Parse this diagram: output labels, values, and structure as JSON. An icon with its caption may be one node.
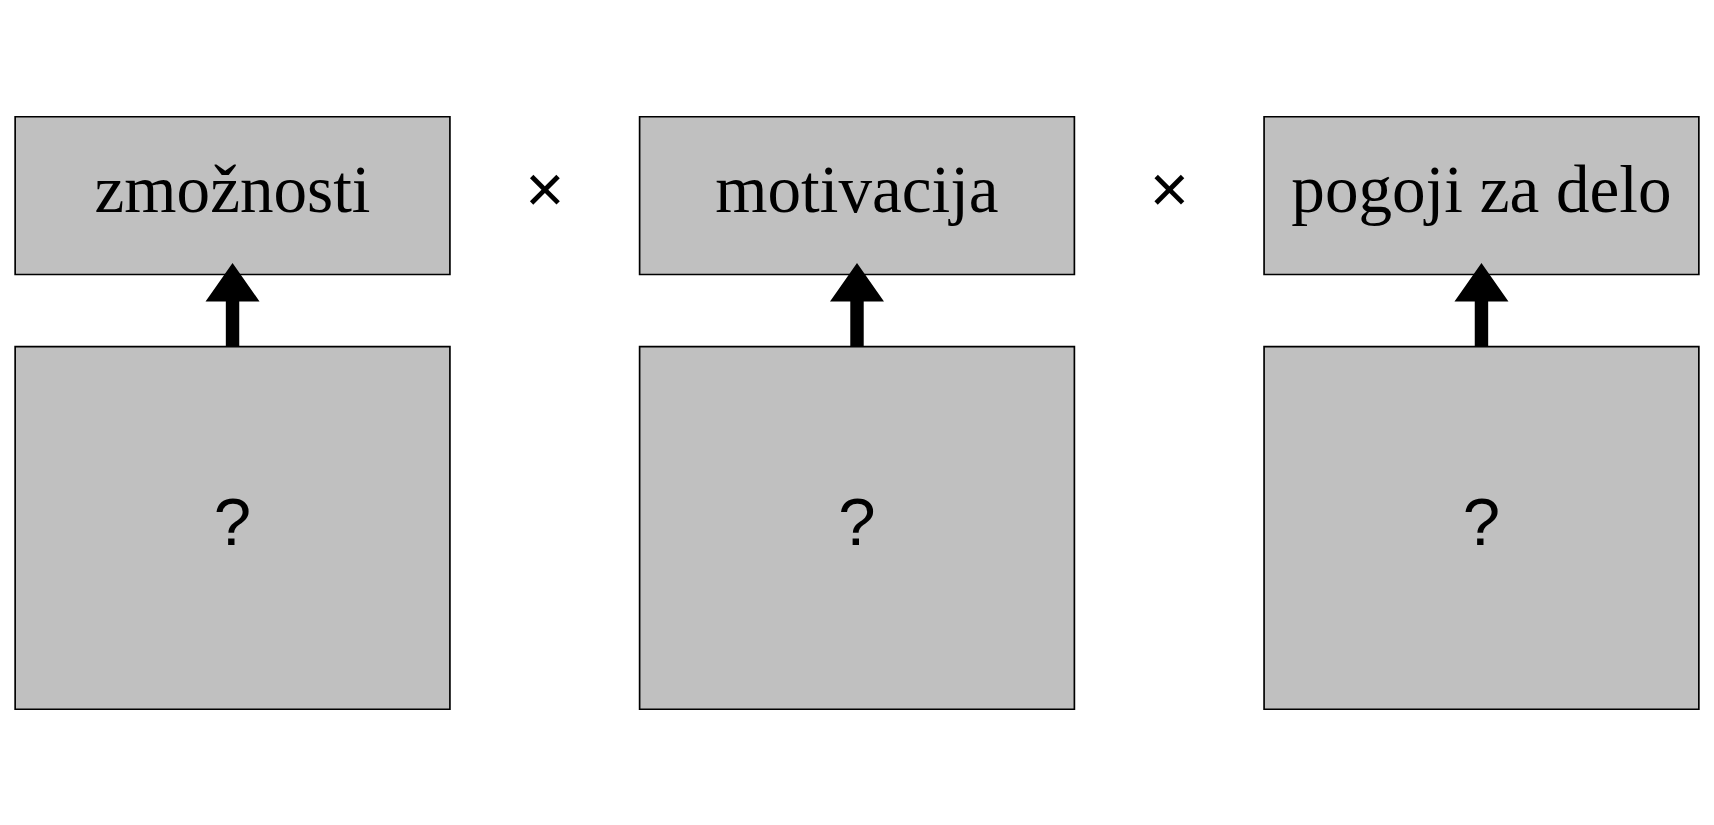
{
  "diagram": {
    "nodes": [
      {
        "text": [
          "zmožnosti"
        ]
      },
      {
        "text": [
          "motivacija"
        ]
      },
      {
        "text": [
          "pogoji za delo"
        ]
      },
      {
        "text": [
          "?"
        ]
      },
      {
        "text": [
          "?"
        ]
      },
      {
        "text": [
          "?"
        ]
      }
    ],
    "edges": [
      {
        "from": 3,
        "to": 0,
        "arrow": "to"
      },
      {
        "from": 4,
        "to": 1,
        "arrow": "to"
      },
      {
        "from": 5,
        "to": 2,
        "arrow": "to"
      }
    ],
    "labels": [
      "×",
      "×"
    ]
  }
}
